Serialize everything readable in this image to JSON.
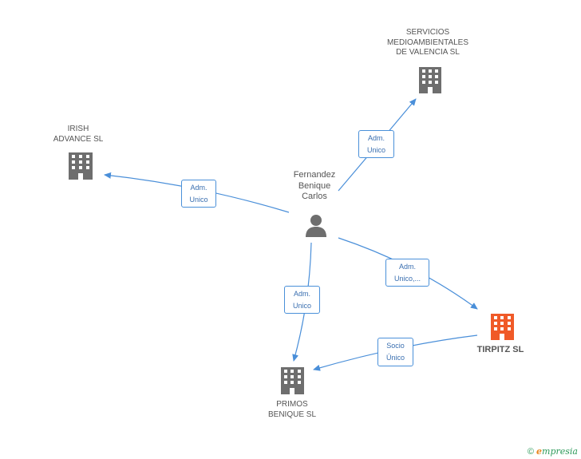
{
  "nodes": {
    "servicios": {
      "lines": [
        "SERVICIOS",
        "MEDIOAMBIENTALES",
        "DE VALENCIA SL"
      ],
      "color": "#6e6e6e"
    },
    "irish": {
      "lines": [
        "IRISH",
        "ADVANCE SL"
      ],
      "color": "#6e6e6e"
    },
    "person": {
      "lines": [
        "Fernandez",
        "Benique",
        "Carlos"
      ],
      "color": "#6e6e6e"
    },
    "tirpitz": {
      "lines": [
        "TIRPITZ SL"
      ],
      "color": "#f05a28"
    },
    "primos": {
      "lines": [
        "PRIMOS",
        "BENIQUE SL"
      ],
      "color": "#6e6e6e"
    }
  },
  "edges": {
    "to_servicios": [
      "Adm.",
      "Unico"
    ],
    "to_irish": [
      "Adm.",
      "Unico"
    ],
    "to_tirpitz": [
      "Adm.",
      "Unico,..."
    ],
    "to_primos": [
      "Adm.",
      "Unico"
    ],
    "tirpitz_to_primos": [
      "Socio",
      "Único"
    ]
  },
  "colors": {
    "edge": "#4a8fd9",
    "edge_label_text": "#3a6fb0"
  },
  "footer": {
    "copyright": "©",
    "brand_e": "e",
    "brand_rest": "mpresia"
  }
}
